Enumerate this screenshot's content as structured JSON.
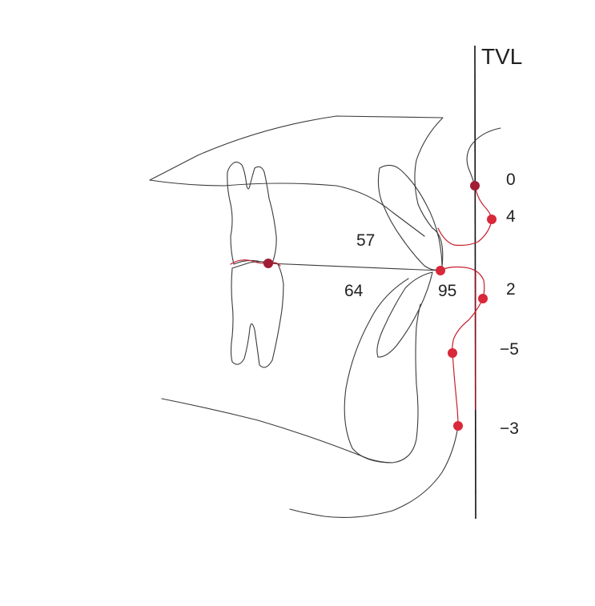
{
  "reference_line": {
    "label": "TVL"
  },
  "angles": {
    "upper_incisor": "57",
    "lower_incisor": "64",
    "interincisal": "95"
  },
  "measurements": [
    "0",
    "4",
    "2",
    "−5",
    "−3"
  ],
  "colors": {
    "outline": "#3a3a3a",
    "profile": "#c81e2e",
    "landmark": "#d8283a",
    "landmark_dark": "#a21c34",
    "tvl": "#111111"
  }
}
